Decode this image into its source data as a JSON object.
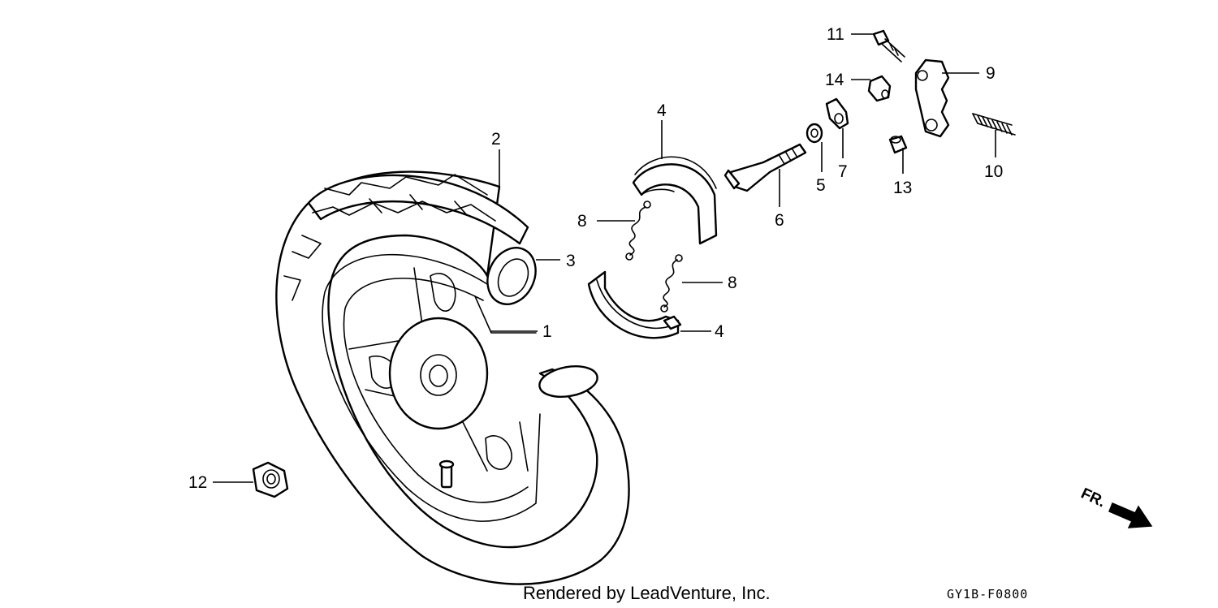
{
  "diagram": {
    "callouts": [
      {
        "id": "c1",
        "text": "1"
      },
      {
        "id": "c2",
        "text": "2"
      },
      {
        "id": "c3",
        "text": "3"
      },
      {
        "id": "c4a",
        "text": "4"
      },
      {
        "id": "c4b",
        "text": "4"
      },
      {
        "id": "c5",
        "text": "5"
      },
      {
        "id": "c6",
        "text": "6"
      },
      {
        "id": "c7",
        "text": "7"
      },
      {
        "id": "c8a",
        "text": "8"
      },
      {
        "id": "c8b",
        "text": "8"
      },
      {
        "id": "c9",
        "text": "9"
      },
      {
        "id": "c10",
        "text": "10"
      },
      {
        "id": "c11",
        "text": "11"
      },
      {
        "id": "c12",
        "text": "12"
      },
      {
        "id": "c13",
        "text": "13"
      },
      {
        "id": "c14",
        "text": "14"
      }
    ],
    "direction_label": "FR.",
    "credit": "Rendered by LeadVenture, Inc.",
    "diagram_code": "GY1B-F0800"
  },
  "colors": {
    "ink": "#000000",
    "paper": "#ffffff"
  }
}
